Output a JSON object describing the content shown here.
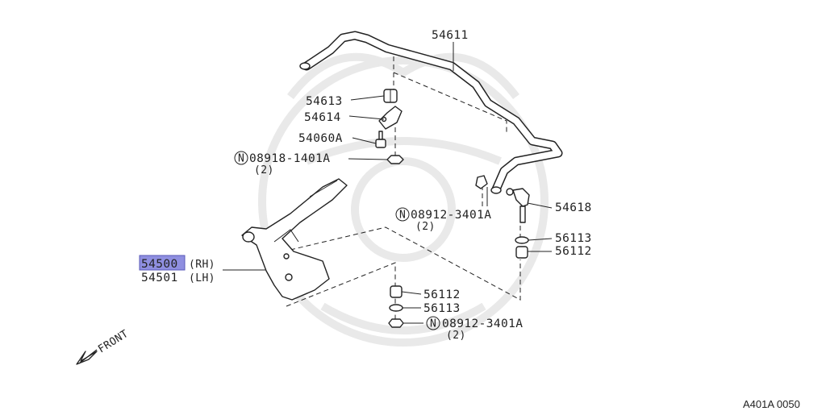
{
  "parts": {
    "stabilizer_bar": "54611",
    "bushing": "54613",
    "clamp": "54614",
    "bolt": "54060A",
    "nut_clamp_code": "08918-1401A",
    "nut_clamp_qty": "(2)",
    "nut_link_top_code": "08912-3401A",
    "nut_link_top_qty": "(2)",
    "connecting_rod": "54618",
    "right_seat": "56113",
    "right_bushing": "56112",
    "arm_rh": "54500",
    "arm_rh_side": "(RH)",
    "arm_lh": "54501",
    "arm_lh_side": "(LH)",
    "lower_bushing": "56112",
    "lower_seat": "56113",
    "nut_lower_code": "08912-3401A",
    "nut_lower_qty": "(2)"
  },
  "nut_symbol": "N",
  "front_label": "FRONT",
  "diagram_code": "A401A 0050",
  "highlight_color": "#8f8fe0"
}
